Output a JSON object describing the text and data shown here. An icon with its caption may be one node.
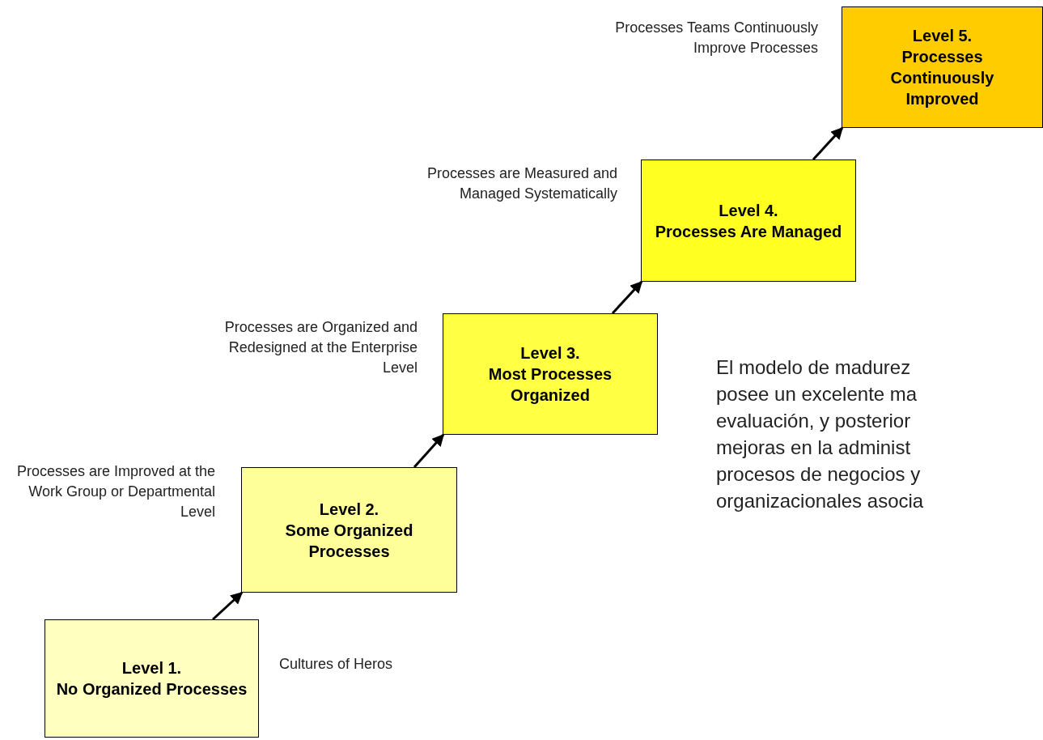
{
  "diagram": {
    "nodes": [
      {
        "text": [
          "Level 1.",
          "No Organized Processes"
        ],
        "beside": [
          "Cultures of Heros"
        ]
      },
      {
        "text": [
          "Level 2.",
          "Some Organized Processes"
        ],
        "beside": [
          "Processes are Improved at the Work Group or Departmental Level"
        ]
      },
      {
        "text": [
          "Level 3.",
          "Most Processes Organized"
        ],
        "beside": [
          "Processes are Organized and Redesigned at the Enterprise Level"
        ]
      },
      {
        "text": [
          "Level 4.",
          "Processes Are Managed"
        ],
        "beside": [
          "Processes are Measured and Managed Systematically"
        ]
      },
      {
        "text": [
          "Level 5.",
          "Processes Continuously Improved"
        ],
        "beside": [
          "Processes Teams Continuously Improve Processes"
        ]
      }
    ],
    "edges": [
      {
        "from": 0,
        "to": 1,
        "arrow": "to"
      },
      {
        "from": 1,
        "to": 2,
        "arrow": "to"
      },
      {
        "from": 2,
        "to": 3,
        "arrow": "to"
      },
      {
        "from": 3,
        "to": 4,
        "arrow": "to"
      }
    ],
    "labels": [
      "El modelo de madurez posee un excelente ma evaluación, y posterior mejoras en la administ procesos de negocios y organizacionales asocia"
    ]
  }
}
